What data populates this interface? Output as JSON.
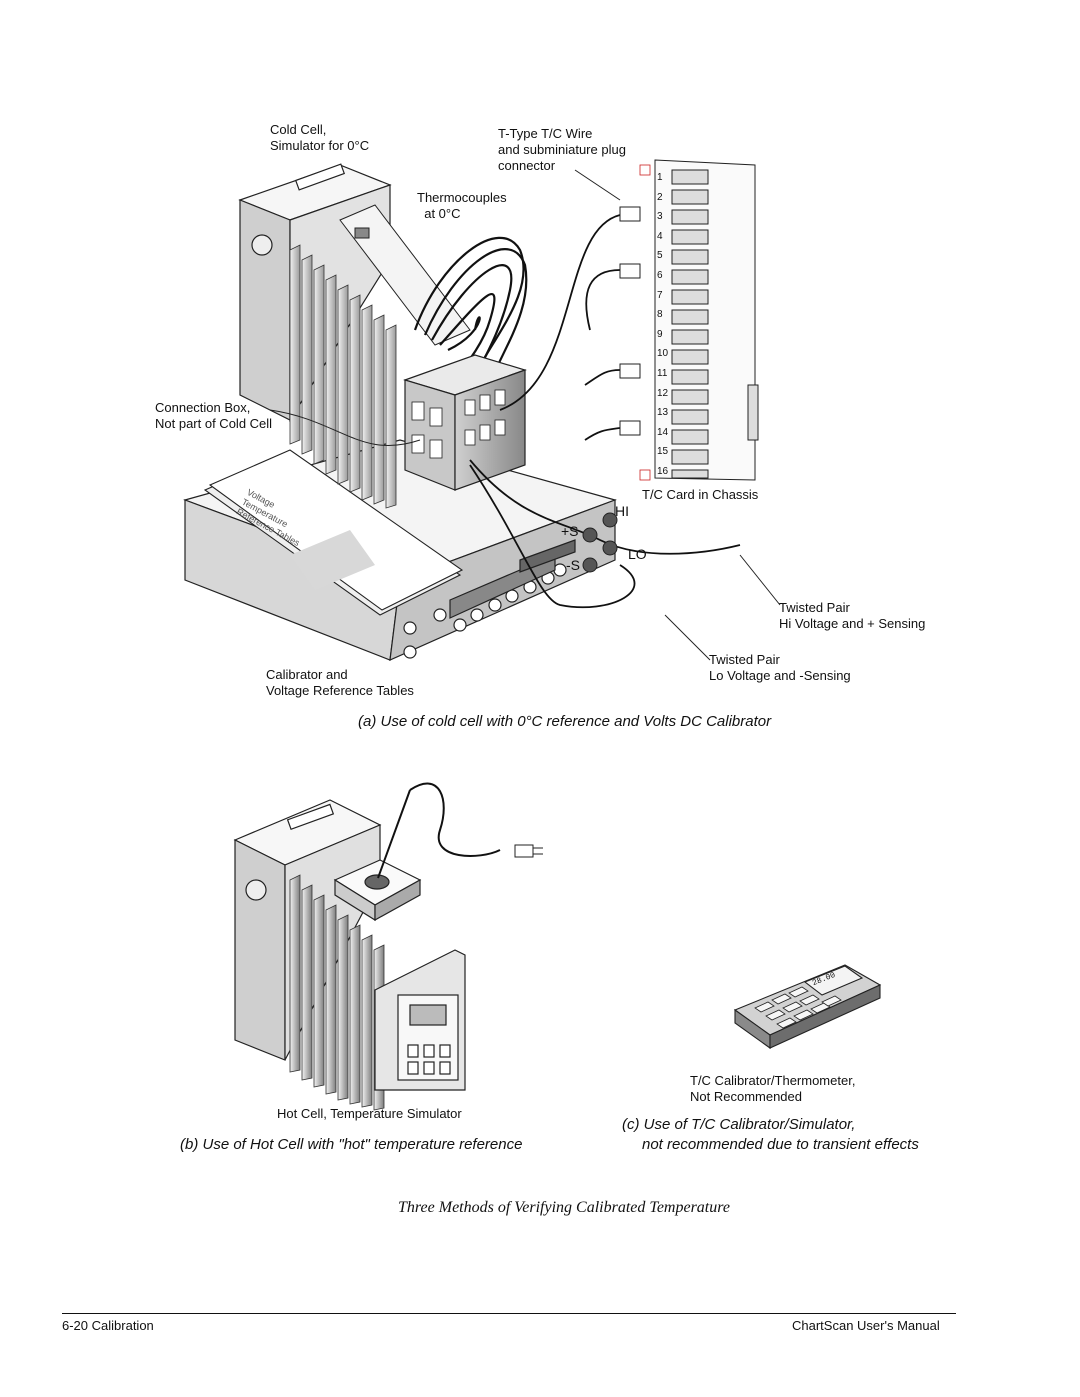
{
  "figure_a": {
    "labels": {
      "cold_cell": "Cold Cell,\nSimulator for 0°C",
      "tc_wire": "T-Type T/C Wire\nand subminiature plug\nconnector",
      "thermocouples": "Thermocouples\n  at 0°C",
      "connection_box": "Connection Box,\nNot part of Cold Cell",
      "tc_card": "T/C Card in Chassis",
      "hi": "HI",
      "lo": "LO",
      "plus_s": "+S",
      "minus_s": "-S",
      "twisted_hi": "Twisted Pair\nHi Voltage and + Sensing",
      "twisted_lo": "Twisted Pair\nLo Voltage and -Sensing",
      "calibrator": "Calibrator and\nVoltage Reference Tables",
      "book_text": "Voltage\nTemperature\nReference Tables"
    },
    "card_numbers": [
      "1",
      "2",
      "3",
      "4",
      "5",
      "6",
      "7",
      "8",
      "9",
      "10",
      "11",
      "12",
      "13",
      "14",
      "15",
      "16"
    ],
    "caption": "(a) Use of cold cell with 0°C reference and Volts DC Calibrator"
  },
  "figure_b": {
    "label": "Hot Cell, Temperature Simulator",
    "caption": "(b) Use of Hot Cell with \"hot\" temperature reference"
  },
  "figure_c": {
    "label": "T/C Calibrator/Thermometer,\nNot Recommended",
    "display": "28.00",
    "caption_line1": "(c) Use of T/C Calibrator/Simulator,",
    "caption_line2": "not recommended due to transient effects"
  },
  "figure_title": "Three Methods of Verifying Calibrated Temperature",
  "footer": {
    "left": "6-20   Calibration",
    "right": "ChartScan User's Manual"
  },
  "colors": {
    "card_accent": "#cc2222",
    "ink": "#111111"
  }
}
